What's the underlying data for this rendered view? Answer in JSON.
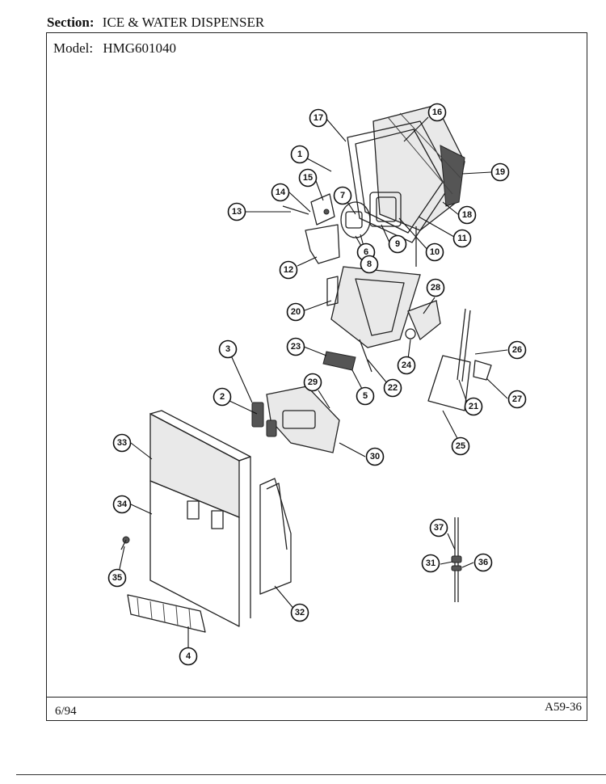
{
  "header": {
    "section_label": "Section:",
    "section_value": "ICE & WATER DISPENSER",
    "model_label": "Model:",
    "model_value": "HMG601040"
  },
  "footer": {
    "date": "6/94",
    "page_code": "A59-36"
  },
  "callouts": [
    {
      "id": "callout-1",
      "label": "1"
    },
    {
      "id": "callout-2",
      "label": "2"
    },
    {
      "id": "callout-3",
      "label": "3"
    },
    {
      "id": "callout-4",
      "label": "4"
    },
    {
      "id": "callout-5",
      "label": "5"
    },
    {
      "id": "callout-6",
      "label": "6"
    },
    {
      "id": "callout-7",
      "label": "7"
    },
    {
      "id": "callout-8",
      "label": "8"
    },
    {
      "id": "callout-9",
      "label": "9"
    },
    {
      "id": "callout-10",
      "label": "10"
    },
    {
      "id": "callout-11",
      "label": "11"
    },
    {
      "id": "callout-12",
      "label": "12"
    },
    {
      "id": "callout-13",
      "label": "13"
    },
    {
      "id": "callout-14",
      "label": "14"
    },
    {
      "id": "callout-15",
      "label": "15"
    },
    {
      "id": "callout-16",
      "label": "16"
    },
    {
      "id": "callout-17",
      "label": "17"
    },
    {
      "id": "callout-18",
      "label": "18"
    },
    {
      "id": "callout-19",
      "label": "19"
    },
    {
      "id": "callout-20",
      "label": "20"
    },
    {
      "id": "callout-21",
      "label": "21"
    },
    {
      "id": "callout-22",
      "label": "22"
    },
    {
      "id": "callout-23",
      "label": "23"
    },
    {
      "id": "callout-24",
      "label": "24"
    },
    {
      "id": "callout-25",
      "label": "25"
    },
    {
      "id": "callout-26",
      "label": "26"
    },
    {
      "id": "callout-27",
      "label": "27"
    },
    {
      "id": "callout-28",
      "label": "28"
    },
    {
      "id": "callout-29",
      "label": "29"
    },
    {
      "id": "callout-30",
      "label": "30"
    },
    {
      "id": "callout-31",
      "label": "31"
    },
    {
      "id": "callout-32",
      "label": "32"
    },
    {
      "id": "callout-33",
      "label": "33"
    },
    {
      "id": "callout-34",
      "label": "34"
    },
    {
      "id": "callout-35",
      "label": "35"
    },
    {
      "id": "callout-36",
      "label": "36"
    },
    {
      "id": "callout-37",
      "label": "37"
    }
  ]
}
